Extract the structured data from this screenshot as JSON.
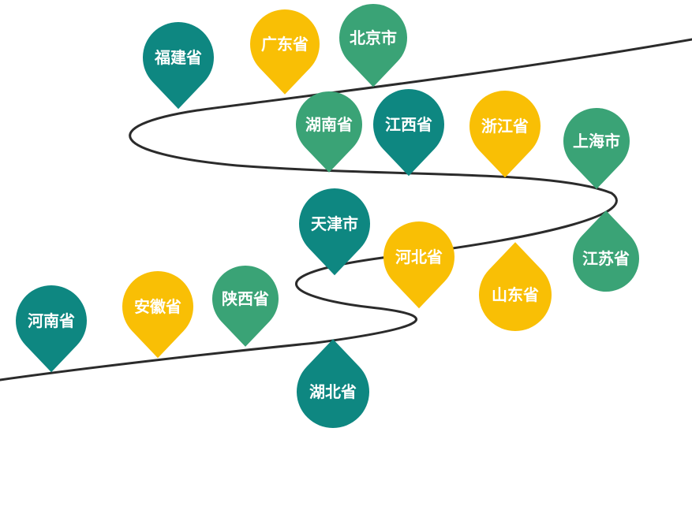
{
  "colors": {
    "teal": "#0e8781",
    "green": "#3aa376",
    "yellow": "#f9bf05",
    "curve": "#2b2b2b",
    "label": "#ffffff"
  },
  "pins": [
    {
      "id": "fujian",
      "label": "福建省",
      "color": "teal",
      "direction": "down"
    },
    {
      "id": "guangdong",
      "label": "广东省",
      "color": "yellow",
      "direction": "down"
    },
    {
      "id": "beijing",
      "label": "北京市",
      "color": "green",
      "direction": "down"
    },
    {
      "id": "hunan",
      "label": "湖南省",
      "color": "green",
      "direction": "down"
    },
    {
      "id": "jiangxi",
      "label": "江西省",
      "color": "teal",
      "direction": "down"
    },
    {
      "id": "zhejiang",
      "label": "浙江省",
      "color": "yellow",
      "direction": "down"
    },
    {
      "id": "shanghai",
      "label": "上海市",
      "color": "green",
      "direction": "down"
    },
    {
      "id": "tianjin",
      "label": "天津市",
      "color": "teal",
      "direction": "down"
    },
    {
      "id": "hebei",
      "label": "河北省",
      "color": "yellow",
      "direction": "down"
    },
    {
      "id": "jiangsu",
      "label": "江苏省",
      "color": "green",
      "direction": "up"
    },
    {
      "id": "shandong",
      "label": "山东省",
      "color": "yellow",
      "direction": "up"
    },
    {
      "id": "henan",
      "label": "河南省",
      "color": "teal",
      "direction": "down"
    },
    {
      "id": "anhui",
      "label": "安徽省",
      "color": "yellow",
      "direction": "down"
    },
    {
      "id": "shaanxi",
      "label": "陕西省",
      "color": "green",
      "direction": "down"
    },
    {
      "id": "hubei",
      "label": "湖北省",
      "color": "teal",
      "direction": "up"
    }
  ]
}
